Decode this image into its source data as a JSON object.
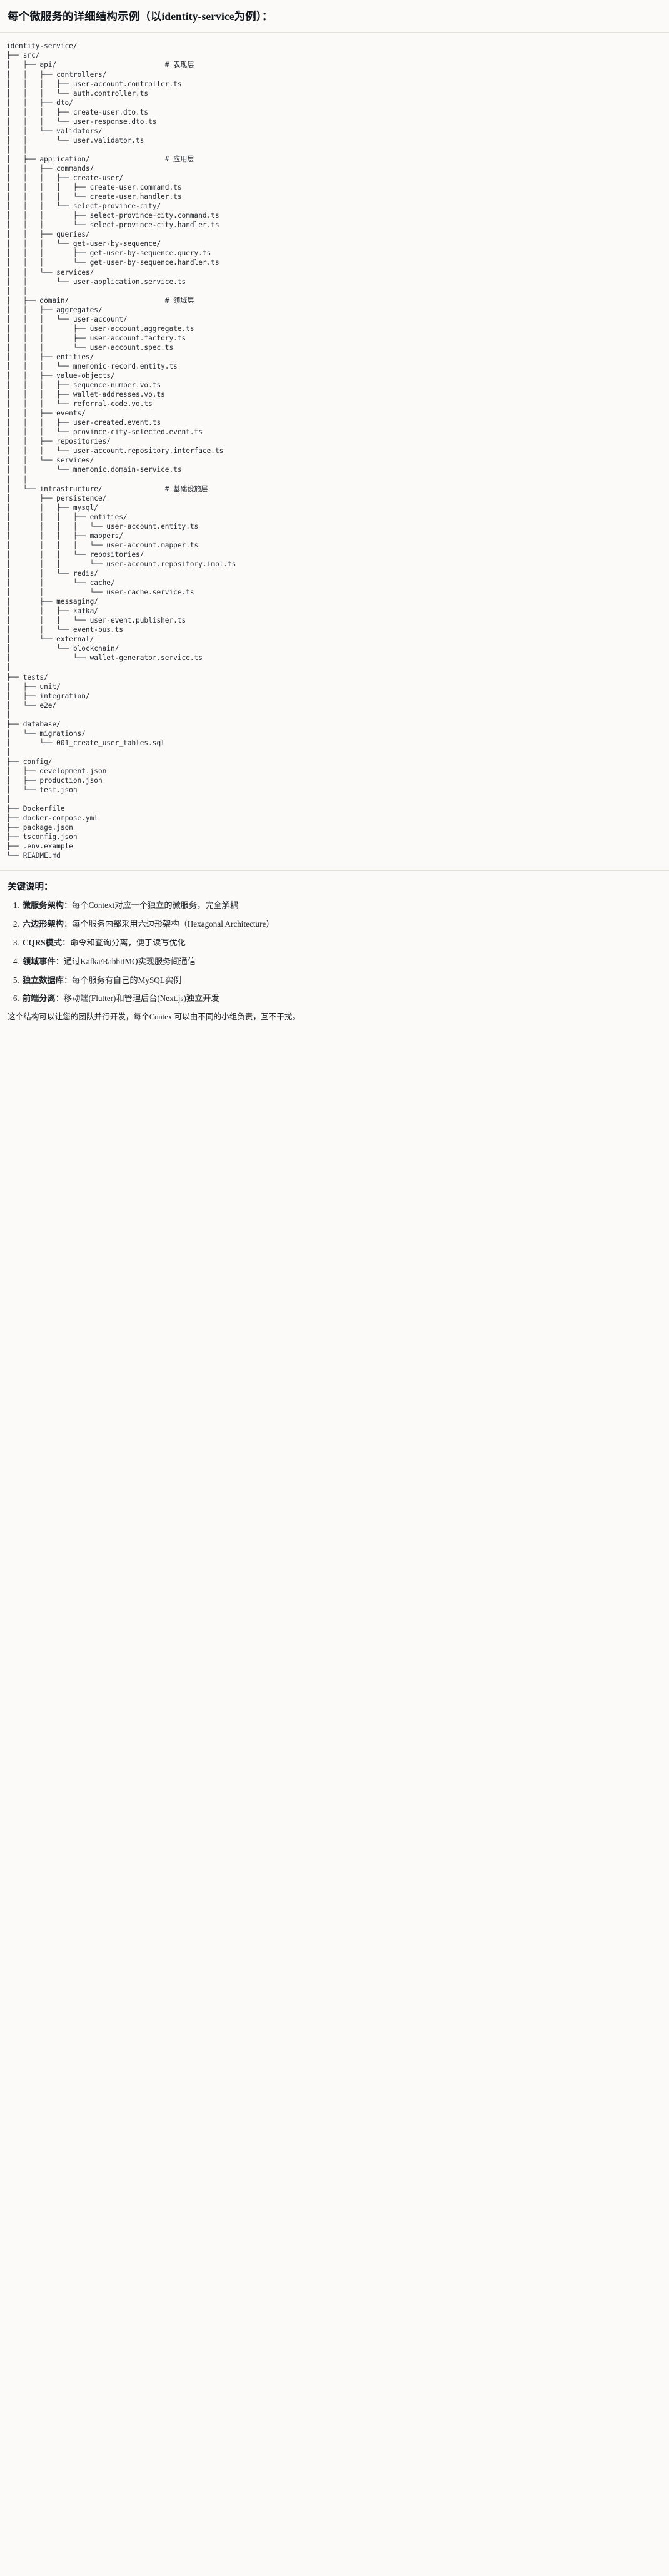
{
  "document": {
    "title": "每个微服务的详细结构示例（以identity-service为例）："
  },
  "tree": {
    "root": "identity-service/",
    "text": "identity-service/\n├── src/\n│   ├── api/                          # 表现层\n│   │   ├── controllers/\n│   │   │   ├── user-account.controller.ts\n│   │   │   └── auth.controller.ts\n│   │   ├── dto/\n│   │   │   ├── create-user.dto.ts\n│   │   │   └── user-response.dto.ts\n│   │   └── validators/\n│   │       └── user.validator.ts\n│   │\n│   ├── application/                  # 应用层\n│   │   ├── commands/\n│   │   │   ├── create-user/\n│   │   │   │   ├── create-user.command.ts\n│   │   │   │   └── create-user.handler.ts\n│   │   │   └── select-province-city/\n│   │   │       ├── select-province-city.command.ts\n│   │   │       └── select-province-city.handler.ts\n│   │   ├── queries/\n│   │   │   └── get-user-by-sequence/\n│   │   │       ├── get-user-by-sequence.query.ts\n│   │   │       └── get-user-by-sequence.handler.ts\n│   │   └── services/\n│   │       └── user-application.service.ts\n│   │\n│   ├── domain/                       # 领域层\n│   │   ├── aggregates/\n│   │   │   └── user-account/\n│   │   │       ├── user-account.aggregate.ts\n│   │   │       ├── user-account.factory.ts\n│   │   │       └── user-account.spec.ts\n│   │   ├── entities/\n│   │   │   └── mnemonic-record.entity.ts\n│   │   ├── value-objects/\n│   │   │   ├── sequence-number.vo.ts\n│   │   │   ├── wallet-addresses.vo.ts\n│   │   │   └── referral-code.vo.ts\n│   │   ├── events/\n│   │   │   ├── user-created.event.ts\n│   │   │   └── province-city-selected.event.ts\n│   │   ├── repositories/\n│   │   │   └── user-account.repository.interface.ts\n│   │   └── services/\n│   │       └── mnemonic.domain-service.ts\n│   │\n│   └── infrastructure/               # 基础设施层\n│       ├── persistence/\n│       │   ├── mysql/\n│       │   │   ├── entities/\n│       │   │   │   └── user-account.entity.ts\n│       │   │   ├── mappers/\n│       │   │   │   └── user-account.mapper.ts\n│       │   │   └── repositories/\n│       │   │       └── user-account.repository.impl.ts\n│       │   └── redis/\n│       │       └── cache/\n│       │           └── user-cache.service.ts\n│       ├── messaging/\n│       │   ├── kafka/\n│       │   │   └── user-event.publisher.ts\n│       │   └── event-bus.ts\n│       └── external/\n│           └── blockchain/\n│               └── wallet-generator.service.ts\n│\n├── tests/\n│   ├── unit/\n│   ├── integration/\n│   └── e2e/\n│\n├── database/\n│   └── migrations/\n│       └── 001_create_user_tables.sql\n│\n├── config/\n│   ├── development.json\n│   ├── production.json\n│   └── test.json\n│\n├── Dockerfile\n├── docker-compose.yml\n├── package.json\n├── tsconfig.json\n├── .env.example\n└── README.md"
  },
  "keypoints": {
    "heading": "关键说明：",
    "items": [
      {
        "term": "微服务架构",
        "desc": "：每个Context对应一个独立的微服务，完全解耦"
      },
      {
        "term": "六边形架构",
        "desc": "：每个服务内部采用六边形架构（Hexagonal Architecture）"
      },
      {
        "term": "CQRS模式",
        "desc": "：命令和查询分离，便于读写优化"
      },
      {
        "term": "领域事件",
        "desc": "：通过Kafka/RabbitMQ实现服务间通信"
      },
      {
        "term": "独立数据库",
        "desc": "：每个服务有自己的MySQL实例"
      },
      {
        "term": "前端分离",
        "desc": "：移动端(Flutter)和管理后台(Next.js)独立开发"
      }
    ],
    "closing": "这个结构可以让您的团队并行开发，每个Context可以由不同的小组负责，互不干扰。"
  }
}
